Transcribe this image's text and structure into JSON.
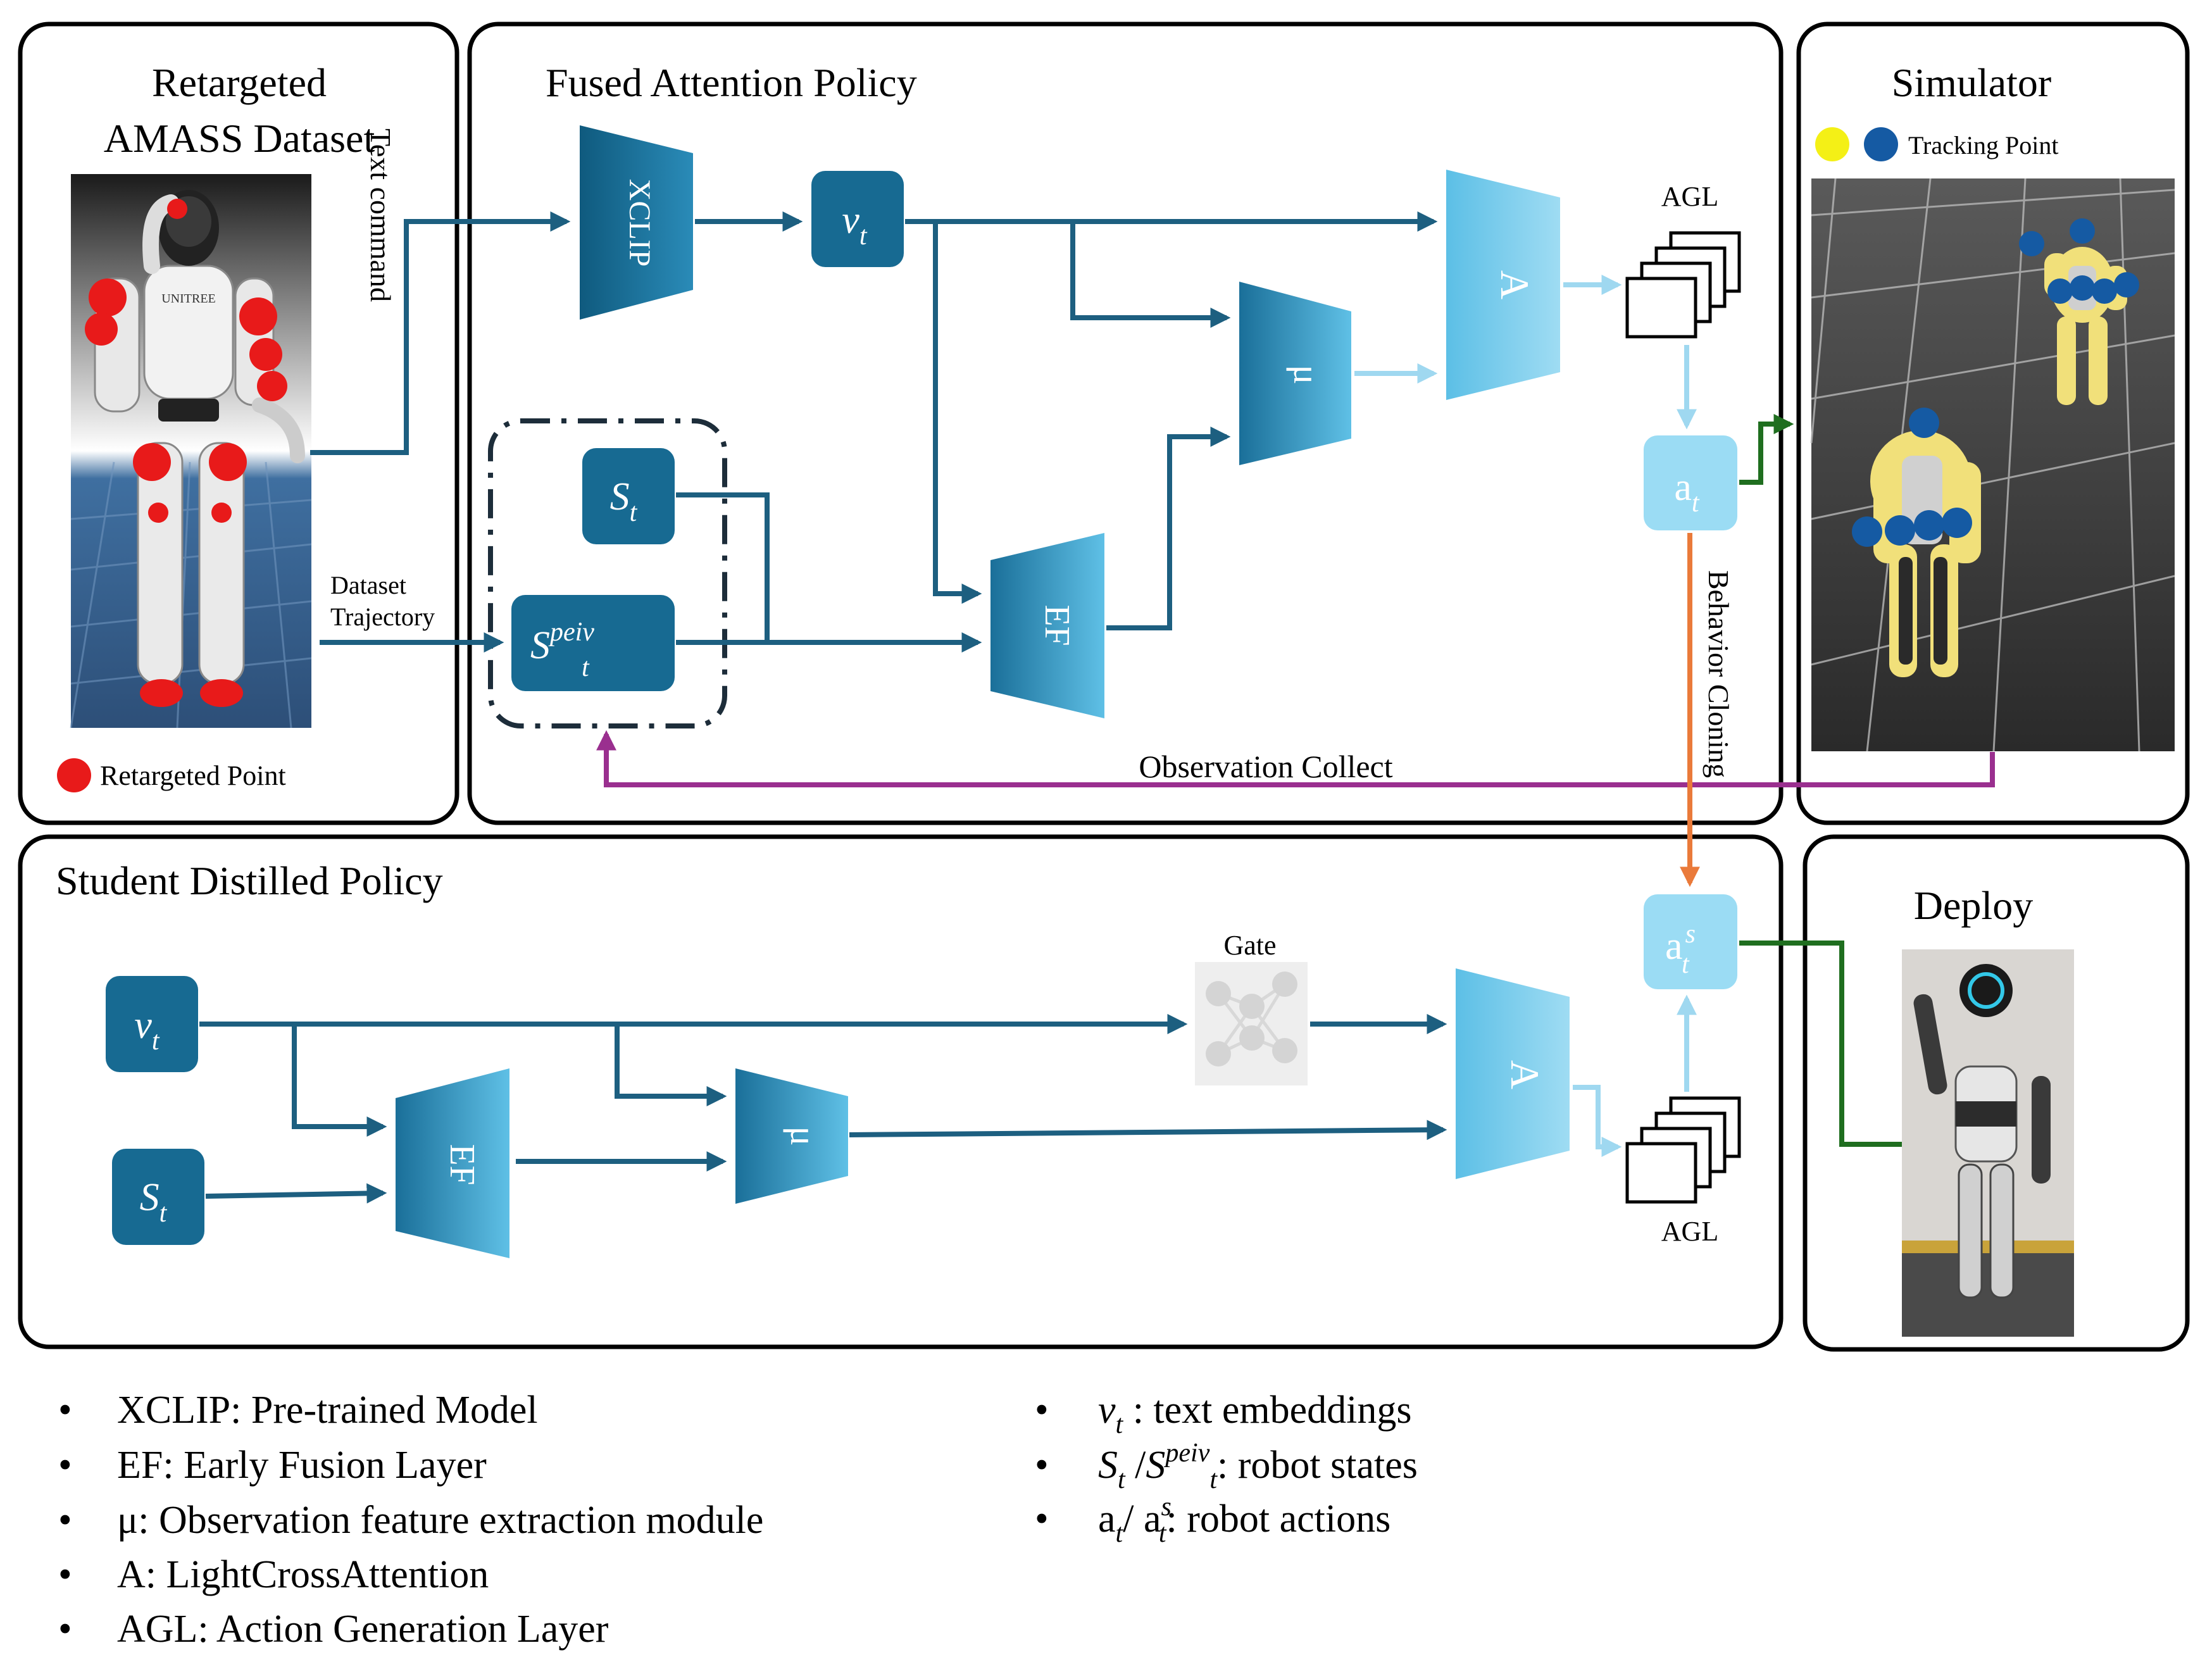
{
  "panels": {
    "dataset_title_line1": "Retargeted",
    "dataset_title_line2": "AMASS Dataset",
    "teacher_title": "Fused Attention Policy",
    "simulator_title": "Simulator",
    "student_title": "Student Distilled Policy",
    "deploy_title": "Deploy"
  },
  "labels": {
    "text_command": "Text command",
    "dataset_traj_line1": "Dataset",
    "dataset_traj_line2": "Trajectory",
    "retargeted_point": "Retargeted Point",
    "tracking_point": "Tracking Point",
    "observation_collect": "Observation Collect",
    "behavior_cloning": "Behavior Cloning",
    "gate": "Gate",
    "agl_top": "AGL",
    "agl_bottom": "AGL",
    "robot_brand": "UNITREE"
  },
  "blocks": {
    "xclip": "XCLIP",
    "attention": "A",
    "early_fusion": "EF",
    "mu": "μ",
    "v_base": "v",
    "v_sub": "t",
    "s_base": "S",
    "s_sub": "t",
    "speiv_base": "S",
    "speiv_sup": "peiv",
    "speiv_sub": "t",
    "a_base": "a",
    "a_sub": "t",
    "as_sup": "s"
  },
  "legend_left": [
    "XCLIP: Pre-trained Model",
    "EF: Early Fusion Layer",
    "μ: Observation feature extraction module",
    "A: LightCrossAttention",
    "AGL: Action Generation Layer"
  ],
  "legend_right": {
    "item1_text": " : text embeddings",
    "item2_sep": " /",
    "item2_text": ": robot states",
    "item3_sep": "/ ",
    "item3_text": ": robot actions"
  },
  "colors": {
    "dark_block": "#176a92",
    "light_block": "#7ccfec",
    "arrow_dark": "#1d5f80",
    "arrow_light": "#9fd8f0",
    "arrow_green": "#1f6e1f",
    "arrow_orange": "#ea7a3a",
    "arrow_purple": "#9a2f8f",
    "retarget_red": "#e81a1a",
    "track_yellow": "#f4f016",
    "track_blue": "#155aa3"
  }
}
